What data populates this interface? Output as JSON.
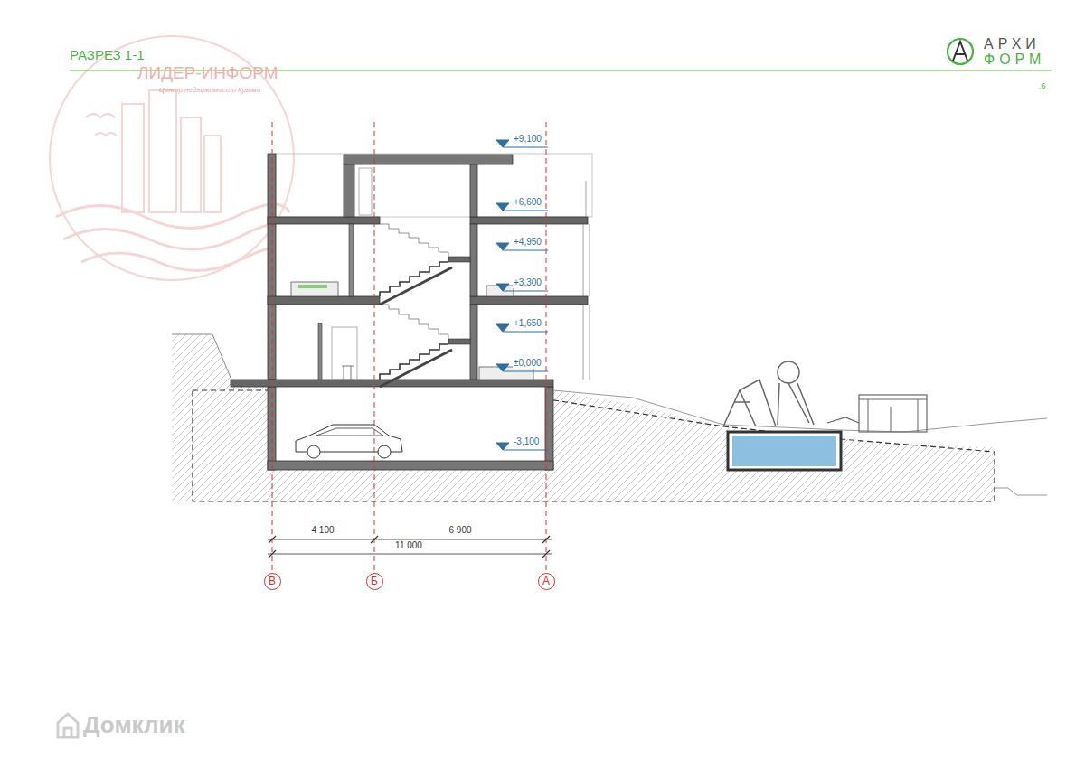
{
  "diagram": {
    "title": "РАЗРЕЗ 1-1",
    "nodes": [
      {
        "text": [
          "В"
        ]
      },
      {
        "text": [
          "Б"
        ]
      },
      {
        "text": [
          "А"
        ]
      }
    ],
    "labels": [
      "АРХИ",
      "ФОРМ",
      ".6",
      "ЛИДЕР-ИНФОРМ",
      "Центр недвижимости Крыма",
      "+9,100",
      "+6,600",
      "+4,950",
      "+3,300",
      "+1,650",
      "±0,000",
      "-3,100",
      "4 100",
      "6 900",
      "11 000",
      "Домклик"
    ]
  }
}
